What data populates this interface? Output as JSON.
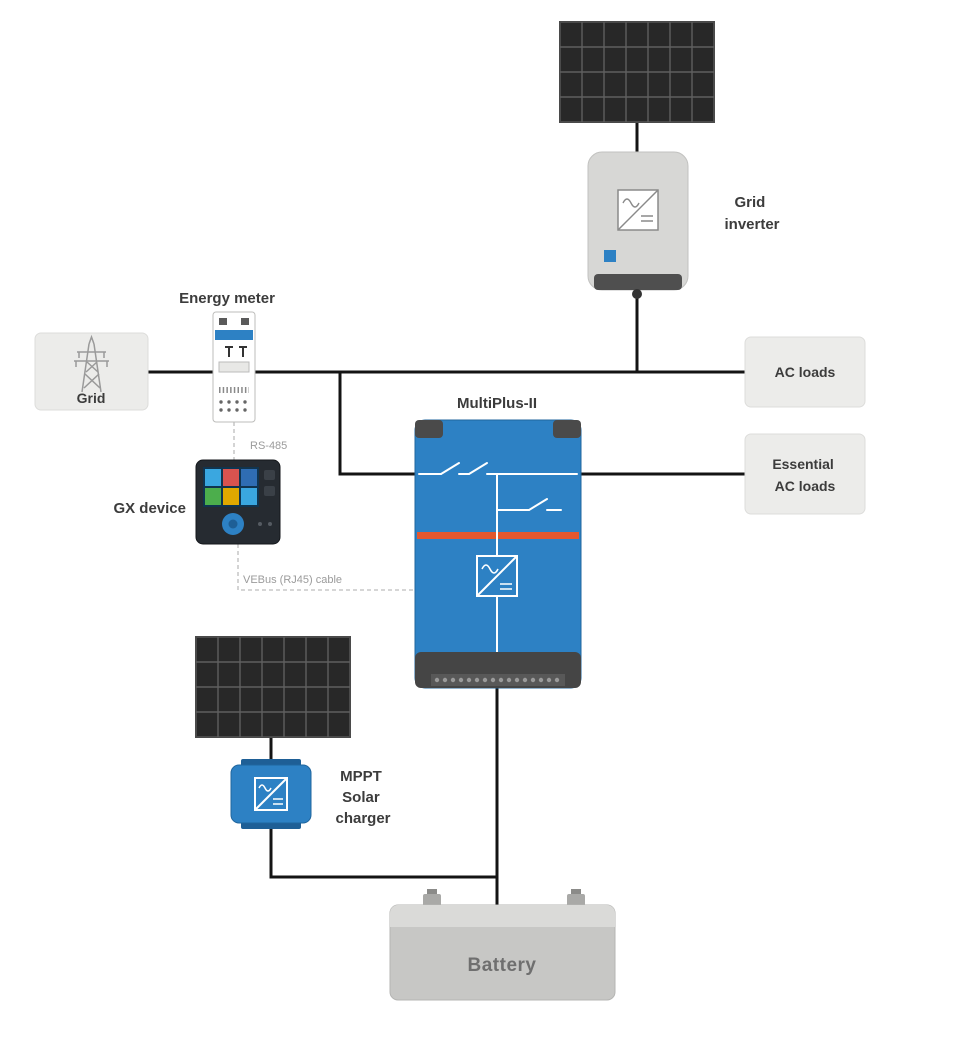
{
  "labels": {
    "energy_meter": "Energy meter",
    "grid": "Grid",
    "rs485": "RS-485",
    "gx_device": "GX device",
    "vebus": "VEBus (RJ45) cable",
    "multiplus": "MultiPlus-II",
    "grid_inverter_line1": "Grid",
    "grid_inverter_line2": "inverter",
    "ac_loads": "AC loads",
    "essential_line1": "Essential",
    "essential_line2": "AC loads",
    "mppt_line1": "MPPT",
    "mppt_line2": "Solar",
    "mppt_line3": "charger",
    "battery": "Battery"
  },
  "colors": {
    "victron_blue": "#2d81c4",
    "victron_blue_dark": "#1e5f96",
    "victron_orange": "#e4572e",
    "box_gray": "#ececea",
    "device_gray": "#d7d7d5",
    "battery_gray": "#c7c7c5",
    "panel_dark": "#282828",
    "wire_black": "#141414",
    "dashed_gray": "#c9c9c9",
    "text_dark": "#3c3c3c",
    "text_muted": "#9b9b9b"
  }
}
